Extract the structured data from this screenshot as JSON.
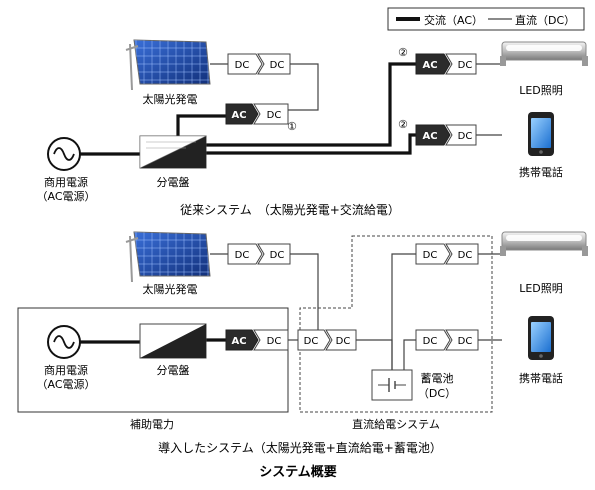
{
  "legend": {
    "ac": "交流（AC）",
    "dc": "直流（DC）"
  },
  "converters": {
    "dc_dc": [
      "DC",
      "DC"
    ],
    "ac_dc": [
      "AC",
      "DC"
    ]
  },
  "markers": {
    "one": "①",
    "two": "②"
  },
  "top": {
    "solar_label": "太陽光発電",
    "grid_label_1": "商用電源",
    "grid_label_2": "（AC電源）",
    "panel_label": "分電盤",
    "led_label": "LED照明",
    "phone_label": "携帯電話",
    "caption": "従来システム　（太陽光発電+交流給電）"
  },
  "bottom": {
    "solar_label": "太陽光発電",
    "grid_label_1": "商用電源",
    "grid_label_2": "（AC電源）",
    "panel_label": "分電盤",
    "aux_label": "補助電力",
    "battery_label_1": "蓄電池",
    "battery_label_2": "（DC）",
    "dc_system_label": "直流給電システム",
    "led_label": "LED照明",
    "phone_label": "携帯電話",
    "caption": "導入したシステム（太陽光発電+直流給電+蓄電池）"
  },
  "title": "システム概要",
  "colors": {
    "ac_line": "#111111",
    "dc_line": "#444444",
    "solar_blue": "#1f4fb3",
    "dark_box": "#2b2b2b"
  }
}
